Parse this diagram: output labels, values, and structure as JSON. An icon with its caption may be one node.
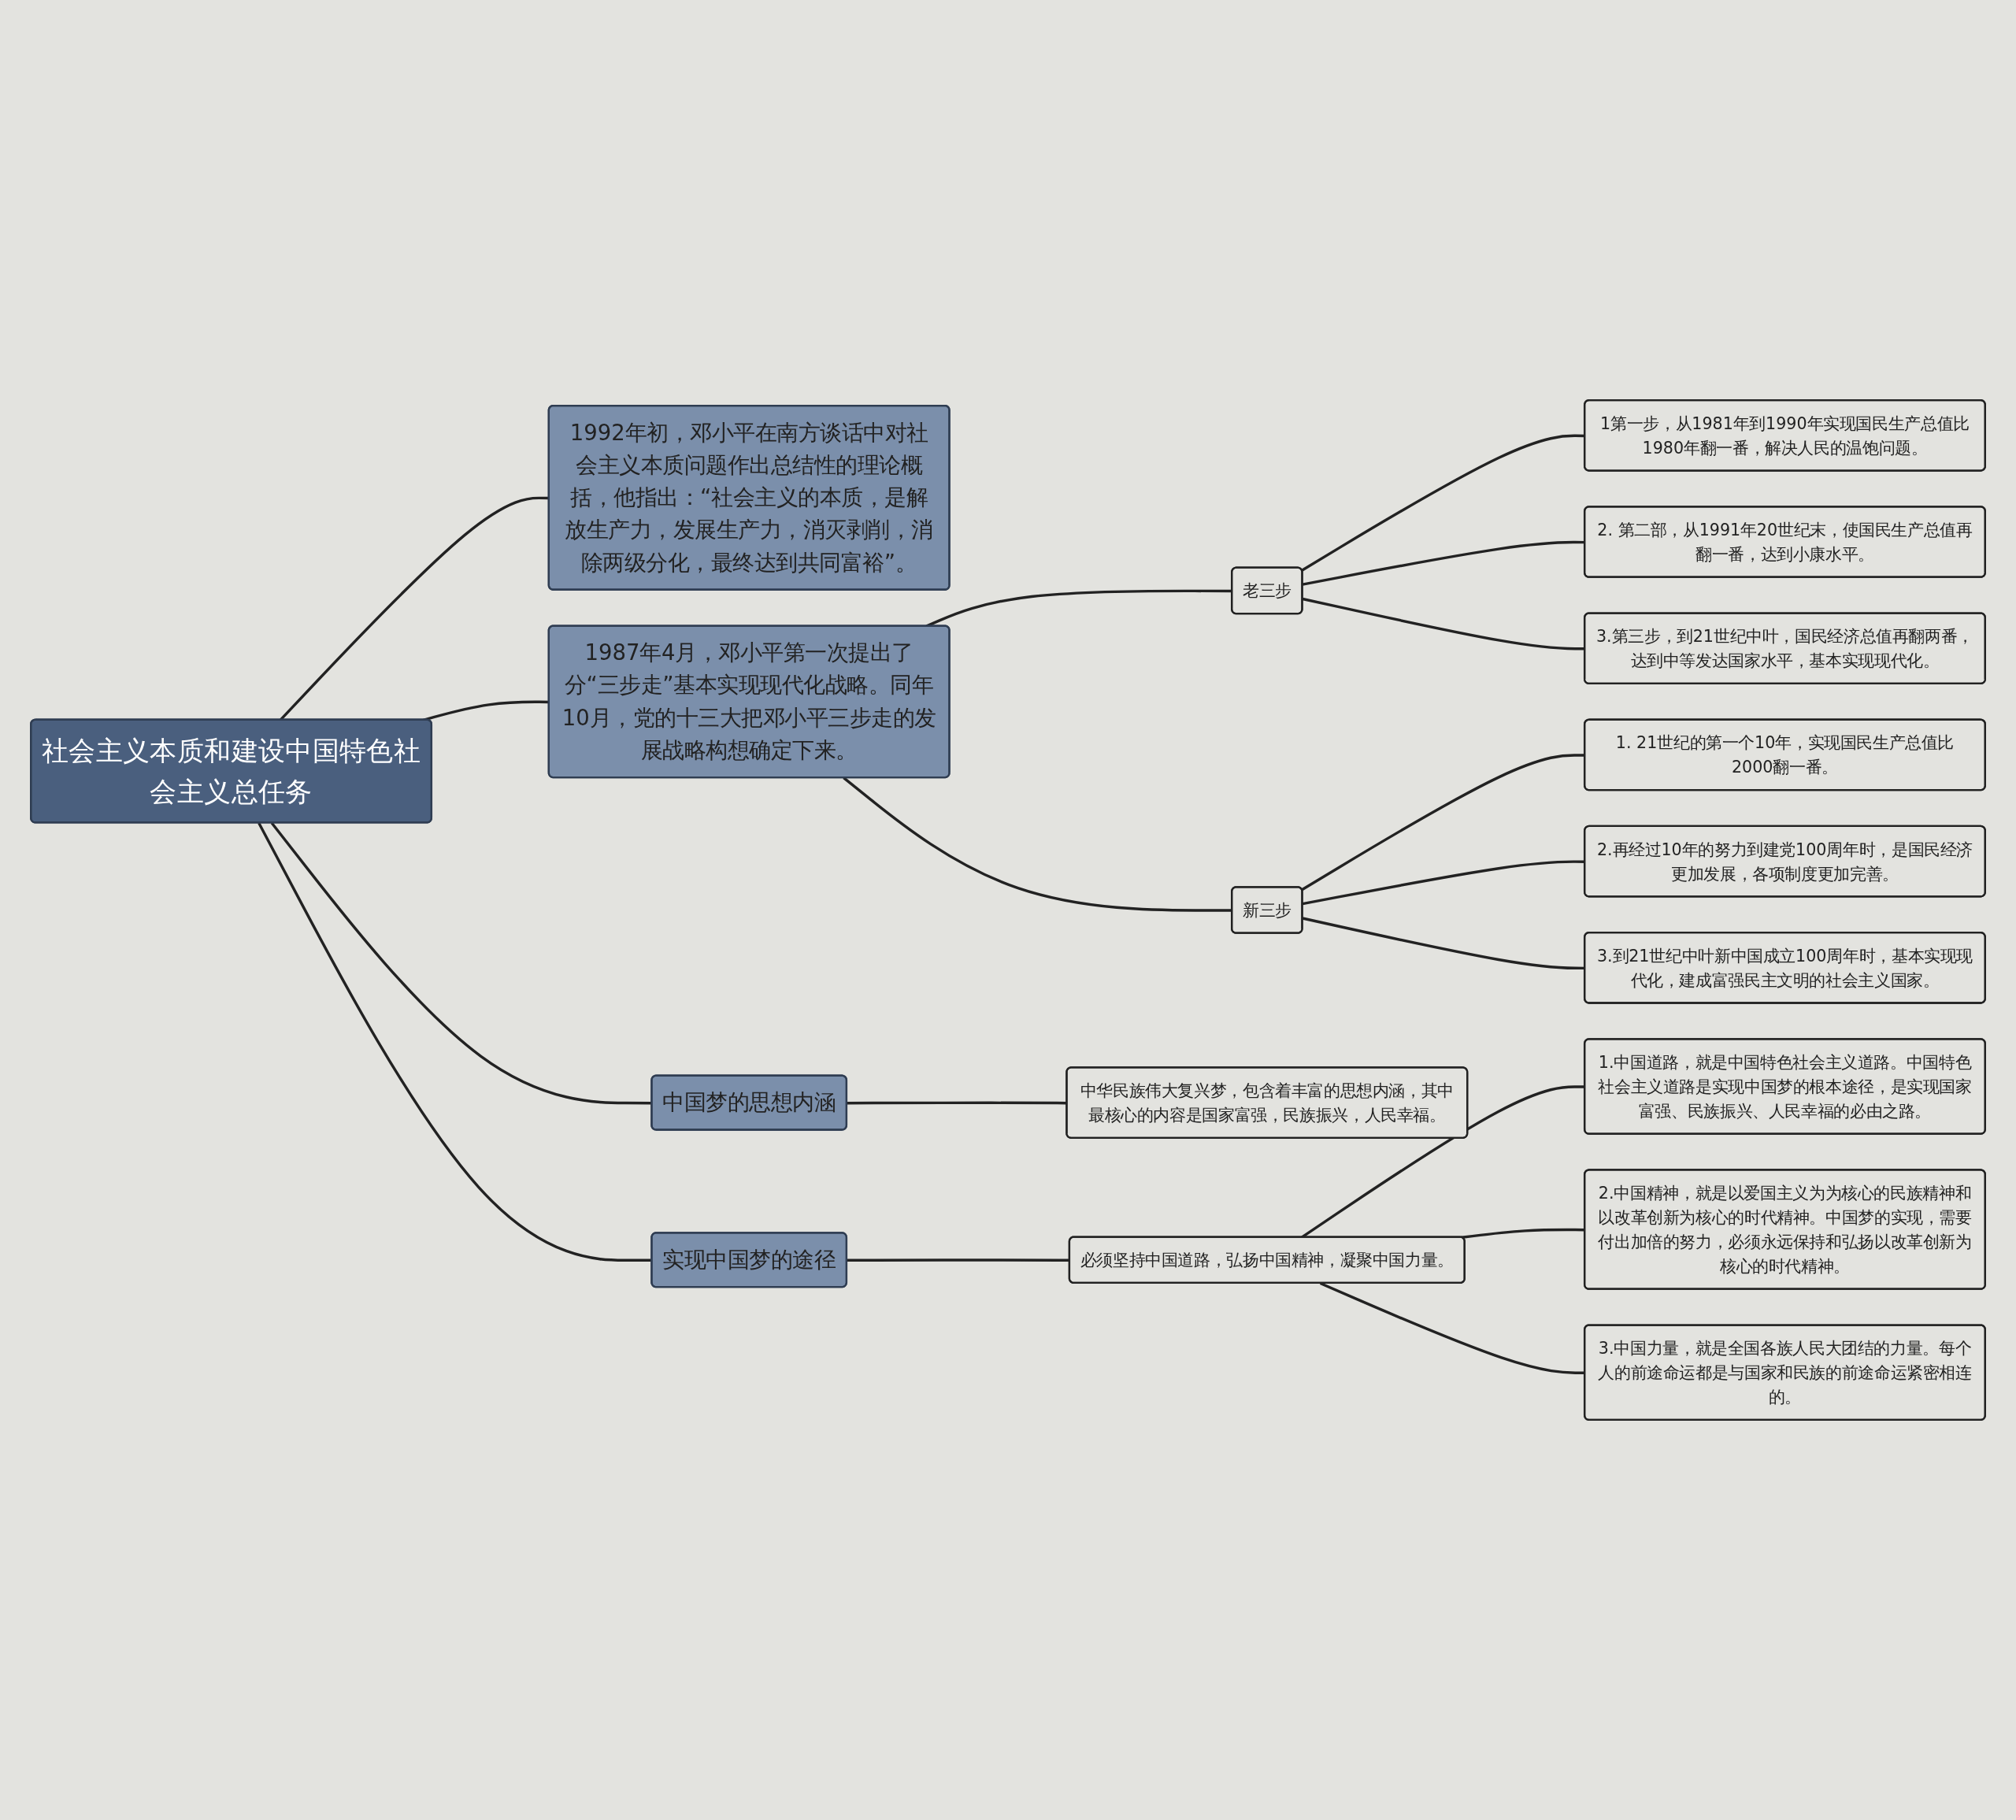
{
  "diagram": {
    "nodes": [
      {
        "text": [
          "社会主义本质和建设中国特色社会主义总任务"
        ]
      },
      {
        "text": [
          "1992年初，邓小平在南方谈话中对社会主义本质问题作出总结性的理论概括，他指出：“社会主义的本质，是解放生产力，发展生产力，消灭剥削，消除两级分化，最终达到共同富裕”。"
        ]
      },
      {
        "text": [
          "1987年4月，邓小平第一次提出了分“三步走”基本实现现代化战略。同年10月，党的十三大把邓小平三步走的发展战略构想确定下来。"
        ]
      },
      {
        "text": [
          "老三步"
        ]
      },
      {
        "text": [
          "1第一步，从1981年到1990年实现国民生产总值比1980年翻一番，解决人民的温饱问题。"
        ]
      },
      {
        "text": [
          "2. 第二部，从1991年20世纪末，使国民生产总值再翻一番，达到小康水平。"
        ]
      },
      {
        "text": [
          "3.第三步，到21世纪中叶，国民经济总值再翻两番，达到中等发达国家水平，基本实现现代化。"
        ]
      },
      {
        "text": [
          "新三步"
        ]
      },
      {
        "text": [
          "1. 21世纪的第一个10年，实现国民生产总值比2000翻一番。"
        ]
      },
      {
        "text": [
          "2.再经过10年的努力到建党100周年时，是国民经济更加发展，各项制度更加完善。"
        ]
      },
      {
        "text": [
          "3.到21世纪中叶新中国成立100周年时，基本实现现代化，建成富强民主文明的社会主义国家。"
        ]
      },
      {
        "text": [
          "中国梦的思想内涵"
        ]
      },
      {
        "text": [
          "中华民族伟大复兴梦，包含着丰富的思想内涵，其中最核心的内容是国家富强，民族振兴，人民幸福。"
        ]
      },
      {
        "text": [
          "实现中国梦的途径"
        ]
      },
      {
        "text": [
          "必须坚持中国道路，弘扬中国精神，凝聚中国力量。"
        ]
      },
      {
        "text": [
          "1.中国道路，就是中国特色社会主义道路。中国特色社会主义道路是实现中国梦的根本途径，是实现国家富强、民族振兴、人民幸福的必由之路。"
        ]
      },
      {
        "text": [
          "2.中国精神，就是以爱国主义为为核心的民族精神和以改革创新为核心的时代精神。中国梦的实现，需要付出加倍的努力，必须永远保持和弘扬以改革创新为核心的时代精神。"
        ]
      },
      {
        "text": [
          "3.中国力量，就是全国各族人民大团结的力量。每个人的前途命运都是与国家和民族的前途命运紧密相连的。"
        ]
      }
    ],
    "edges": [
      {
        "from": 0,
        "to": 1,
        "arrow": "none"
      },
      {
        "from": 0,
        "to": 2,
        "arrow": "none"
      },
      {
        "from": 2,
        "to": 3,
        "arrow": "none"
      },
      {
        "from": 3,
        "to": 4,
        "arrow": "none"
      },
      {
        "from": 3,
        "to": 5,
        "arrow": "none"
      },
      {
        "from": 3,
        "to": 6,
        "arrow": "none"
      },
      {
        "from": 2,
        "to": 7,
        "arrow": "none"
      },
      {
        "from": 7,
        "to": 8,
        "arrow": "none"
      },
      {
        "from": 7,
        "to": 9,
        "arrow": "none"
      },
      {
        "from": 7,
        "to": 10,
        "arrow": "none"
      },
      {
        "from": 0,
        "to": 11,
        "arrow": "none"
      },
      {
        "from": 11,
        "to": 12,
        "arrow": "none"
      },
      {
        "from": 0,
        "to": 13,
        "arrow": "none"
      },
      {
        "from": 13,
        "to": 14,
        "arrow": "none"
      },
      {
        "from": 14,
        "to": 15,
        "arrow": "none"
      },
      {
        "from": 14,
        "to": 16,
        "arrow": "none"
      },
      {
        "from": 14,
        "to": 17,
        "arrow": "none"
      }
    ]
  }
}
